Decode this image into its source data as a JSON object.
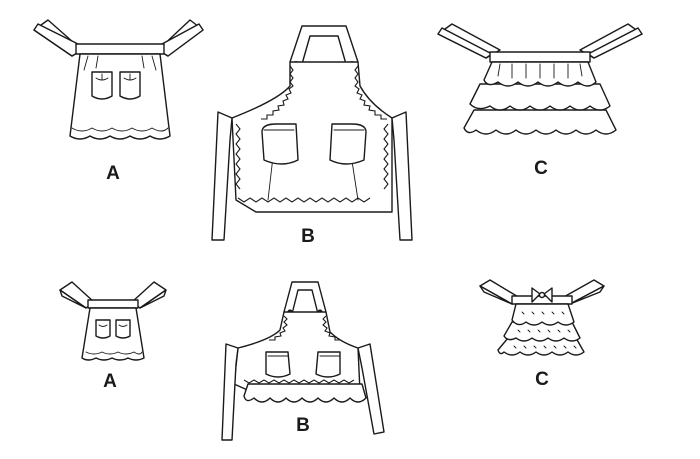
{
  "views": [
    {
      "id": "A-large",
      "label": "A"
    },
    {
      "id": "B-large",
      "label": "B"
    },
    {
      "id": "C-large",
      "label": "C"
    },
    {
      "id": "A-small",
      "label": "A"
    },
    {
      "id": "B-small",
      "label": "B"
    },
    {
      "id": "C-small",
      "label": "C"
    }
  ],
  "colors": {
    "line": "#1a1a1a",
    "paper": "#ffffff"
  }
}
